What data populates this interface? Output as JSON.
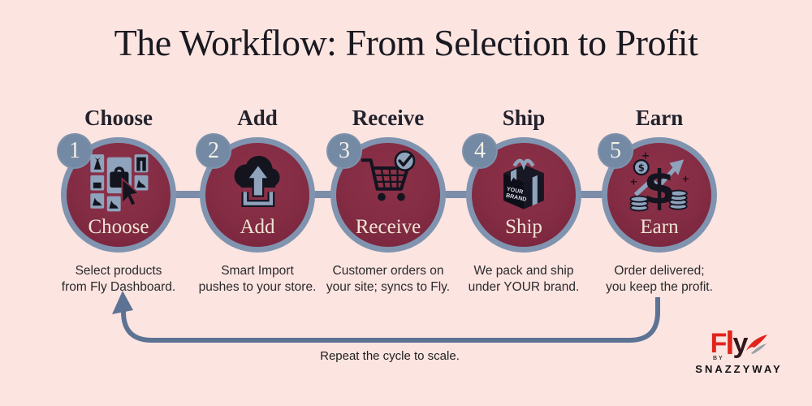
{
  "title": "The Workflow: From Selection to Profit",
  "steps": [
    {
      "number": "1",
      "label": "Choose",
      "circle_label": "Choose",
      "icon": "product-grid-cursor-icon",
      "desc": [
        "Select products",
        "from Fly Dashboard."
      ]
    },
    {
      "number": "2",
      "label": "Add",
      "circle_label": "Add",
      "icon": "cloud-upload-icon",
      "desc": [
        "Smart Import",
        "pushes to your store."
      ]
    },
    {
      "number": "3",
      "label": "Receive",
      "circle_label": "Receive",
      "icon": "cart-check-icon",
      "desc": [
        "Customer orders on",
        "your site; syncs to Fly."
      ]
    },
    {
      "number": "4",
      "label": "Ship",
      "circle_label": "Ship",
      "icon": "gift-box-icon",
      "icon_text_line1": "YOUR",
      "icon_text_line2": "BRAND",
      "desc": [
        "We pack and ship",
        "under YOUR brand."
      ]
    },
    {
      "number": "5",
      "label": "Earn",
      "circle_label": "Earn",
      "icon": "dollar-growth-icon",
      "desc": [
        "Order delivered;",
        "you keep the profit."
      ]
    }
  ],
  "loop": {
    "caption": "Repeat the cycle to scale."
  },
  "brand": {
    "name_f": "F",
    "name_l": "l",
    "name_y": "y",
    "by": "BY",
    "company": "SNAZZYWAY"
  },
  "colors": {
    "background": "#fce4e1",
    "circle_maroon": "#832c44",
    "ring_blue_gray": "#8094b0",
    "badge_blue_gray": "#7389a4",
    "arrow_blue": "#5d7394",
    "cream_text": "#efe5d4",
    "logo_red": "#e0241c"
  }
}
